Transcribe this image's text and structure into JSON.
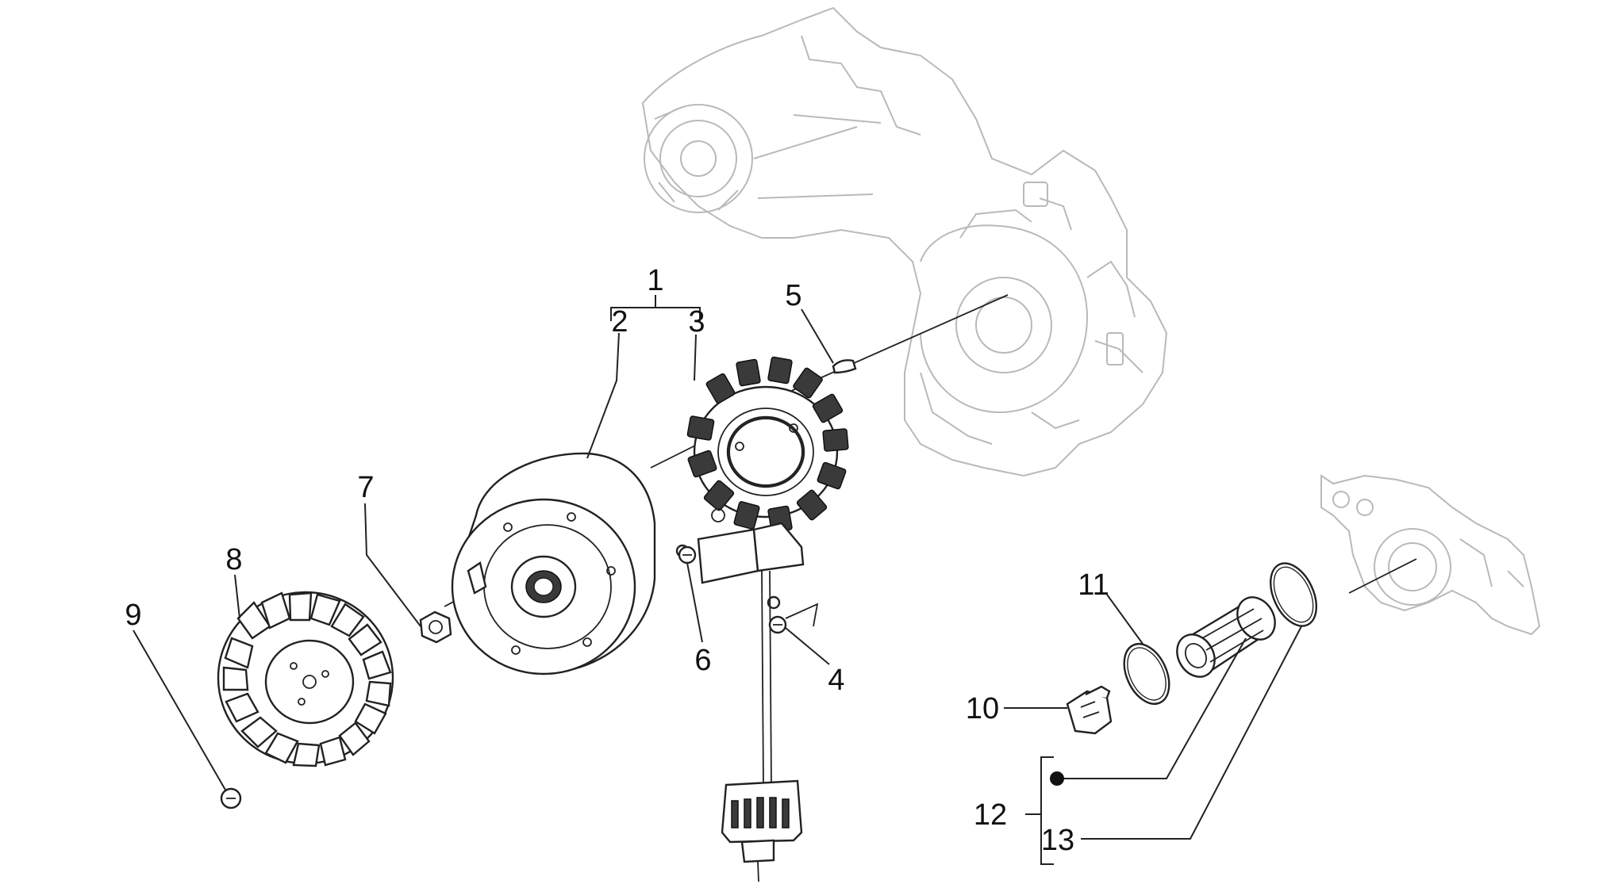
{
  "callouts": [
    {
      "id": "c1",
      "text": "1"
    },
    {
      "id": "c2",
      "text": "2"
    },
    {
      "id": "c3",
      "text": "3"
    },
    {
      "id": "c4",
      "text": "4"
    },
    {
      "id": "c5",
      "text": "5"
    },
    {
      "id": "c6",
      "text": "6"
    },
    {
      "id": "c7",
      "text": "7"
    },
    {
      "id": "c8",
      "text": "8"
    },
    {
      "id": "c9",
      "text": "9"
    },
    {
      "id": "c10",
      "text": "10"
    },
    {
      "id": "c11",
      "text": "11"
    },
    {
      "id": "c12",
      "text": "12"
    },
    {
      "id": "c13",
      "text": "13"
    }
  ],
  "colors": {
    "line": "#222222",
    "faded_housing": "#b9b9b9",
    "background": "#ffffff"
  }
}
